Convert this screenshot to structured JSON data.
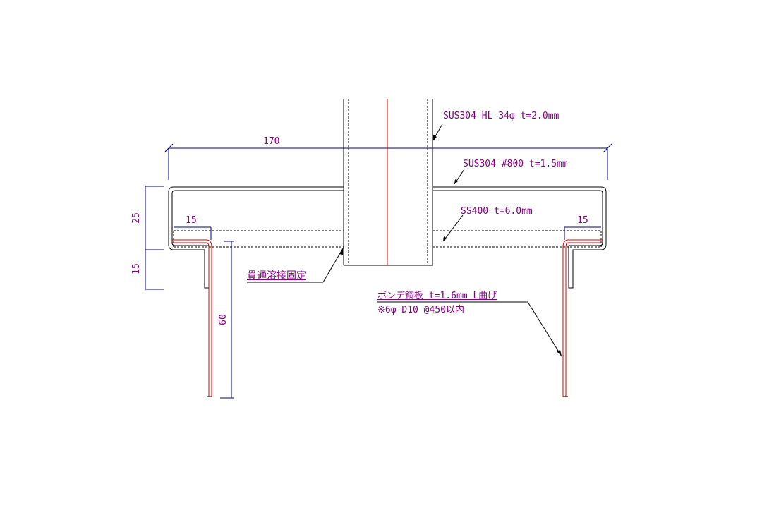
{
  "colors": {
    "outline": "#000000",
    "hidden": "#000000",
    "red": "#e00000",
    "dimension": "#000080",
    "text": "#800080",
    "background": "#ffffff"
  },
  "labels": {
    "pipe": "SUS304 HL 34φ  t=2.0mm",
    "cover": "SUS304 #800 t=1.5mm",
    "plate": "SS400 t=6.0mm",
    "weld": "貫通溶接固定",
    "bond_line1": "ボンデ鋼板 t=1.6mm L曲げ",
    "bond_line2": "※6φ-D10 @450以内"
  },
  "dimensions": {
    "width": "170",
    "height_top": "25",
    "height_bottom": "15",
    "flange_left": "15",
    "flange_right": "15",
    "leg_length": "60"
  }
}
